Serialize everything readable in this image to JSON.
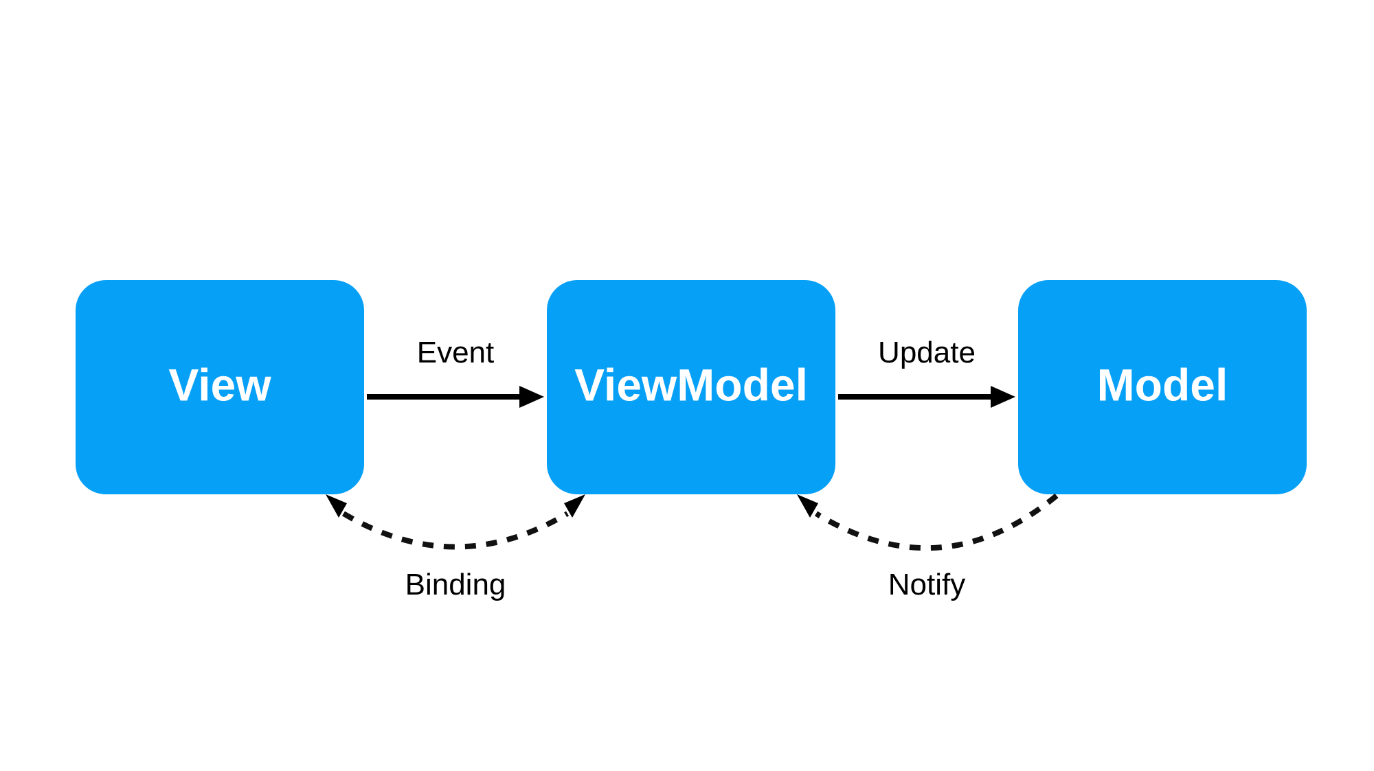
{
  "colors": {
    "node_fill": "#07a0f7",
    "node_text": "#ffffff",
    "edge": "#000000"
  },
  "nodes": {
    "view": {
      "label": "View"
    },
    "viewmodel": {
      "label": "ViewModel"
    },
    "model": {
      "label": "Model"
    }
  },
  "edges": {
    "event": {
      "label": "Event",
      "style": "solid",
      "from": "View",
      "to": "ViewModel"
    },
    "update": {
      "label": "Update",
      "style": "solid",
      "from": "ViewModel",
      "to": "Model"
    },
    "binding": {
      "label": "Binding",
      "style": "dashed",
      "from": "View",
      "to": "ViewModel",
      "bidirectional": true
    },
    "notify": {
      "label": "Notify",
      "style": "dashed",
      "from": "Model",
      "to": "ViewModel"
    }
  }
}
